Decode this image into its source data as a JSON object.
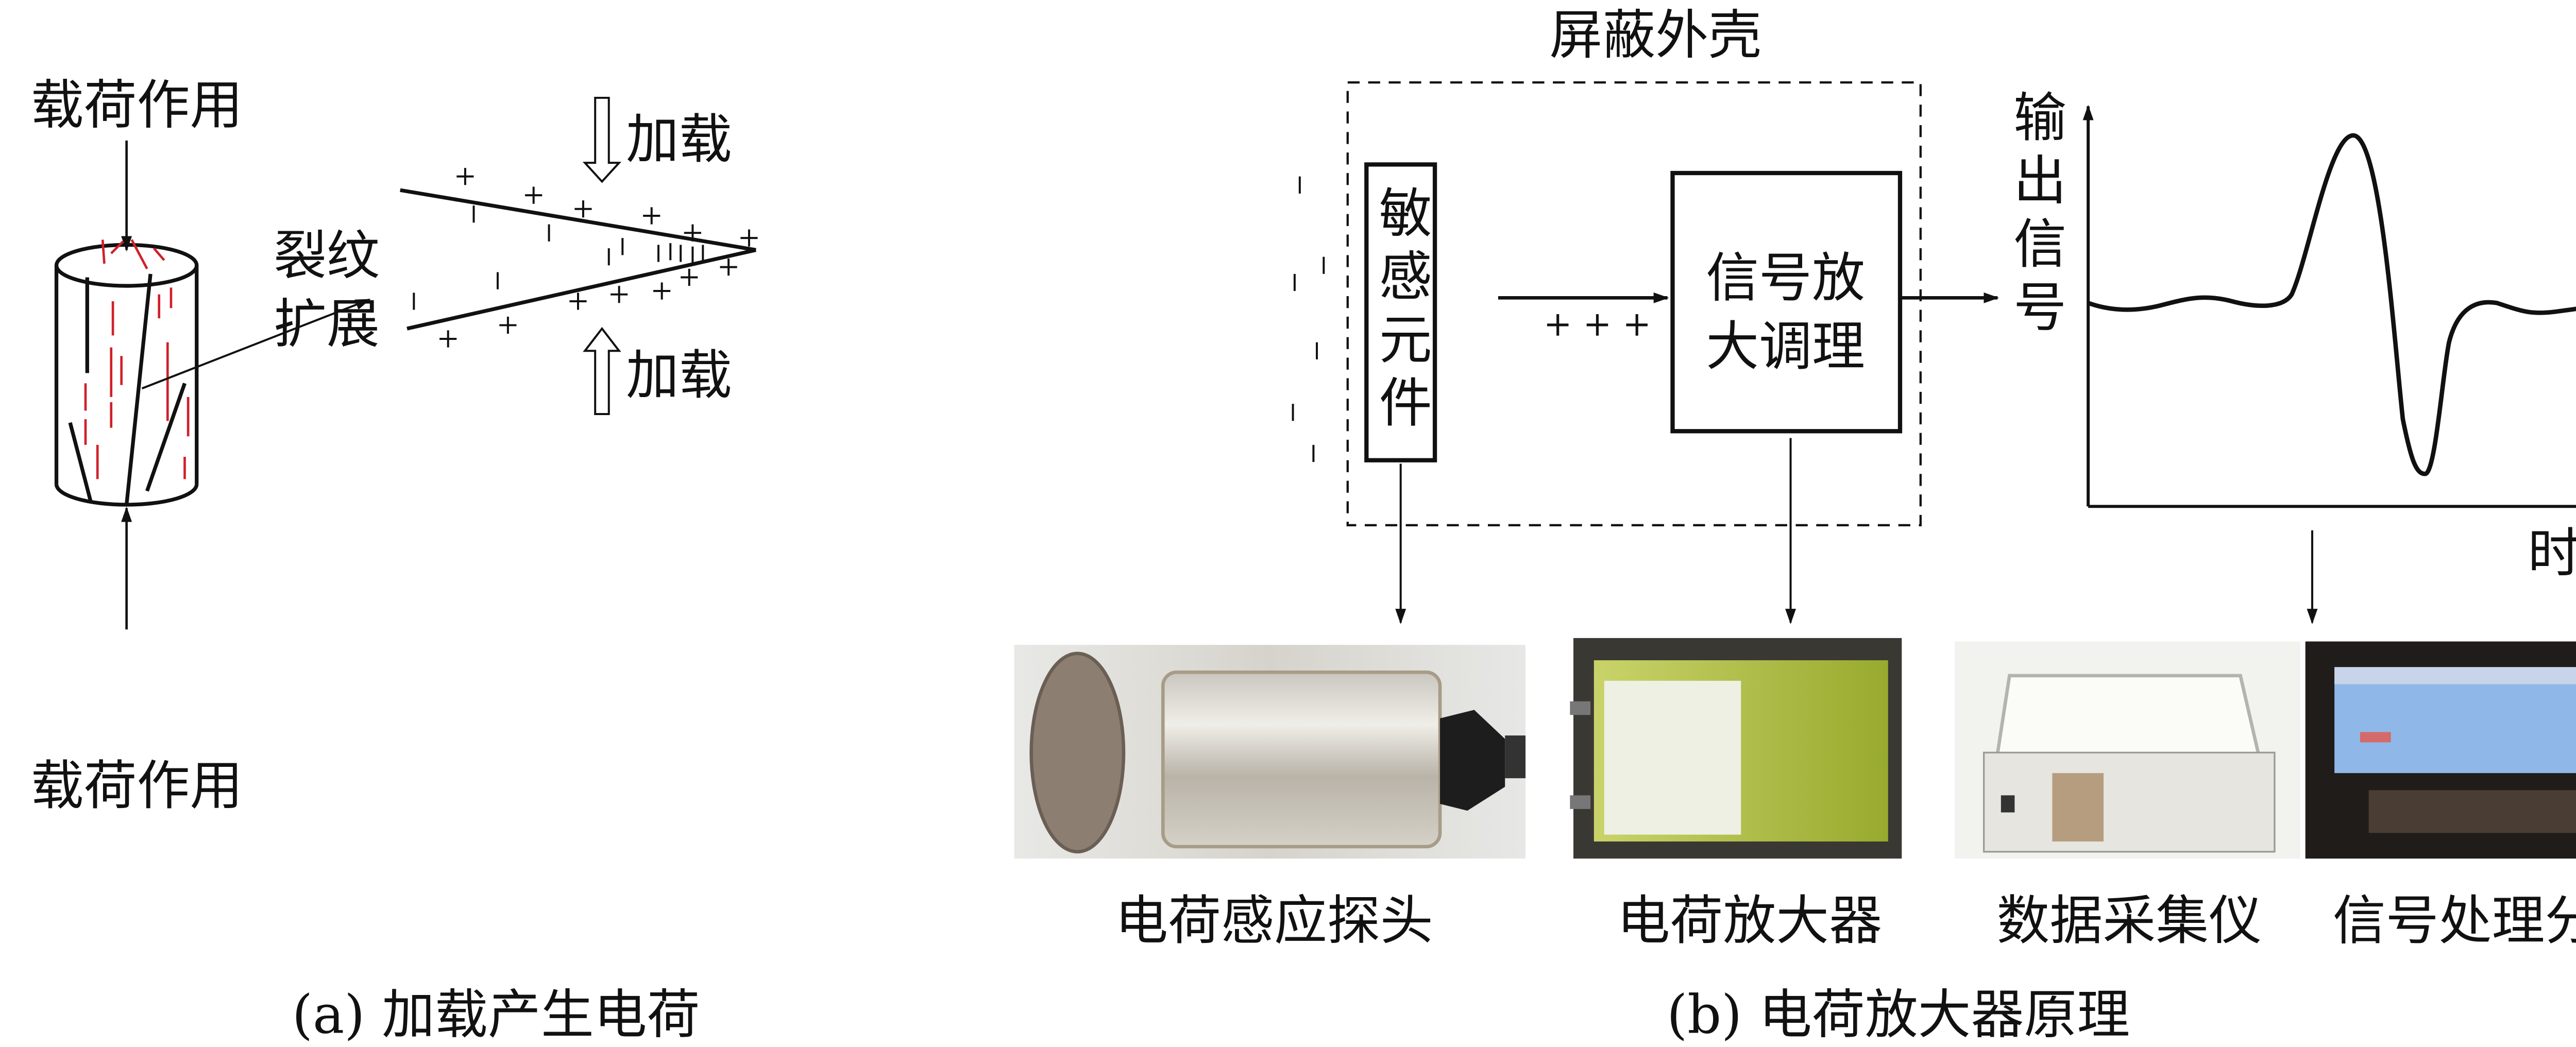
{
  "panel_a": {
    "load_top": "载荷作用",
    "load_bottom": "载荷作用",
    "crack_line1": "裂纹",
    "crack_line2": "扩展",
    "loading_top": "加载",
    "loading_bottom": "加载",
    "caption": "(a) 加载产生电荷"
  },
  "panel_b": {
    "shield_label": "屏蔽外壳",
    "sensor_label": "敏感元件",
    "amp_line1": "信号放",
    "amp_line2": "大调理",
    "charges": "+ + +",
    "y_axis_label": "输出信号",
    "x_axis_label": "时间",
    "photos": [
      {
        "label": "电荷感应探头"
      },
      {
        "label": "电荷放大器"
      },
      {
        "label": "数据采集仪"
      },
      {
        "label": "信号处理分析"
      }
    ],
    "caption": "(b) 电荷放大器原理"
  },
  "colors": {
    "line": "#111111",
    "crack": "#d0202a",
    "amp_green": "#a7b83a",
    "screen_blue": "#8fb8e8"
  }
}
